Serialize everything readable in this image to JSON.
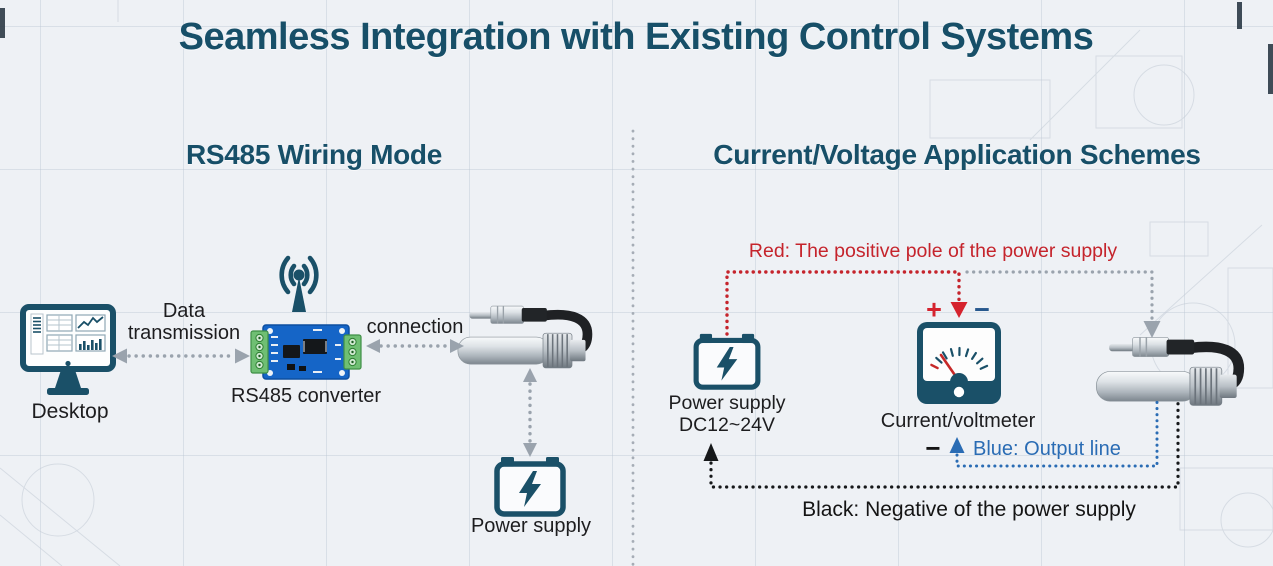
{
  "title": "Seamless Integration with Existing Control Systems",
  "colors": {
    "heading": "#174f68",
    "icon_teal": "#1a5068",
    "red_wire": "#c5242c",
    "blue_wire": "#2a6cb4",
    "black_wire": "#16181a",
    "gray_arrow": "#9aa3ad",
    "background": "#eef1f5",
    "pcb_blue": "#1565c7",
    "terminal_green": "#6fbf73"
  },
  "left": {
    "title": "RS485 Wiring Mode",
    "desktop_label": "Desktop",
    "data_line1": "Data",
    "data_line2": "transmission",
    "converter_label": "RS485 converter",
    "connection_label": "connection",
    "power_supply_label": "Power supply"
  },
  "right": {
    "title": "Current/Voltage Application Schemes",
    "red_note": "Red: The positive pole of the power supply",
    "plus_sign": "+",
    "minus_sign": "−",
    "power_supply_line1": "Power supply",
    "power_supply_line2": "DC12~24V",
    "meter_label": "Current/voltmeter",
    "output_minus_sign": "−",
    "blue_note": "Blue: Output line",
    "black_note": "Black: Negative of the power supply"
  },
  "icons": {
    "desktop": "desktop-monitor-icon",
    "antenna": "wireless-antenna-icon",
    "converter": "rs485-converter-board-icon",
    "sensor": "pressure-transmitter-icon",
    "battery": "power-supply-battery-icon",
    "voltmeter": "analog-meter-icon",
    "divider": "dashed-panel-divider",
    "arrows": "dotted-connector-arrows"
  }
}
